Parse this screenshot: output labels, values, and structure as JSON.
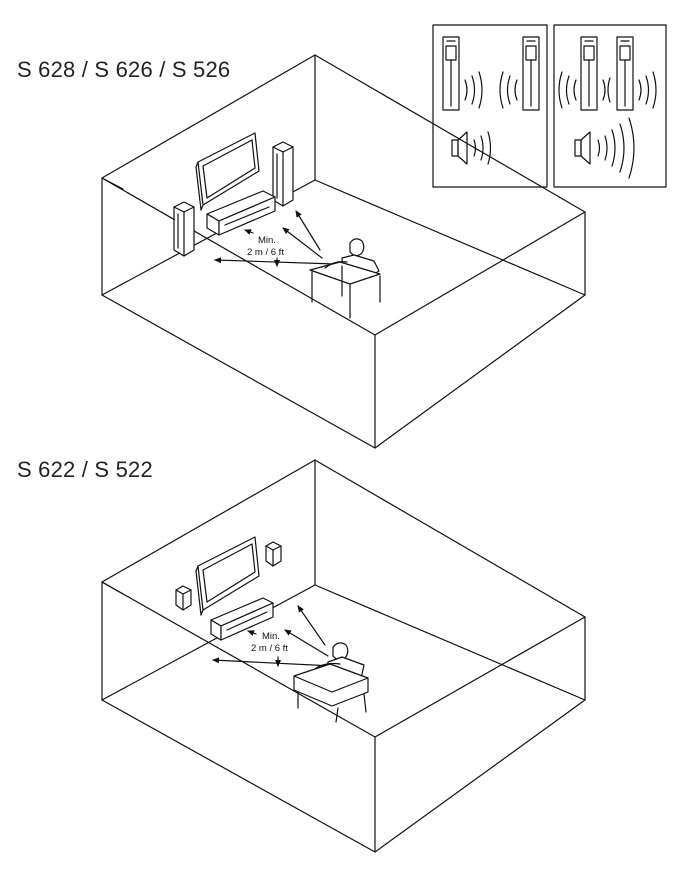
{
  "sections": [
    {
      "title": "S 628 / S 626 / S 526",
      "min_label": "Min.",
      "distance_label": "2 m / 6 ft"
    },
    {
      "title": "S 622 / S 522",
      "min_label": "Min.",
      "distance_label": "2 m / 6 ft"
    }
  ],
  "colors": {
    "line": "#111111",
    "fill": "#ffffff"
  }
}
